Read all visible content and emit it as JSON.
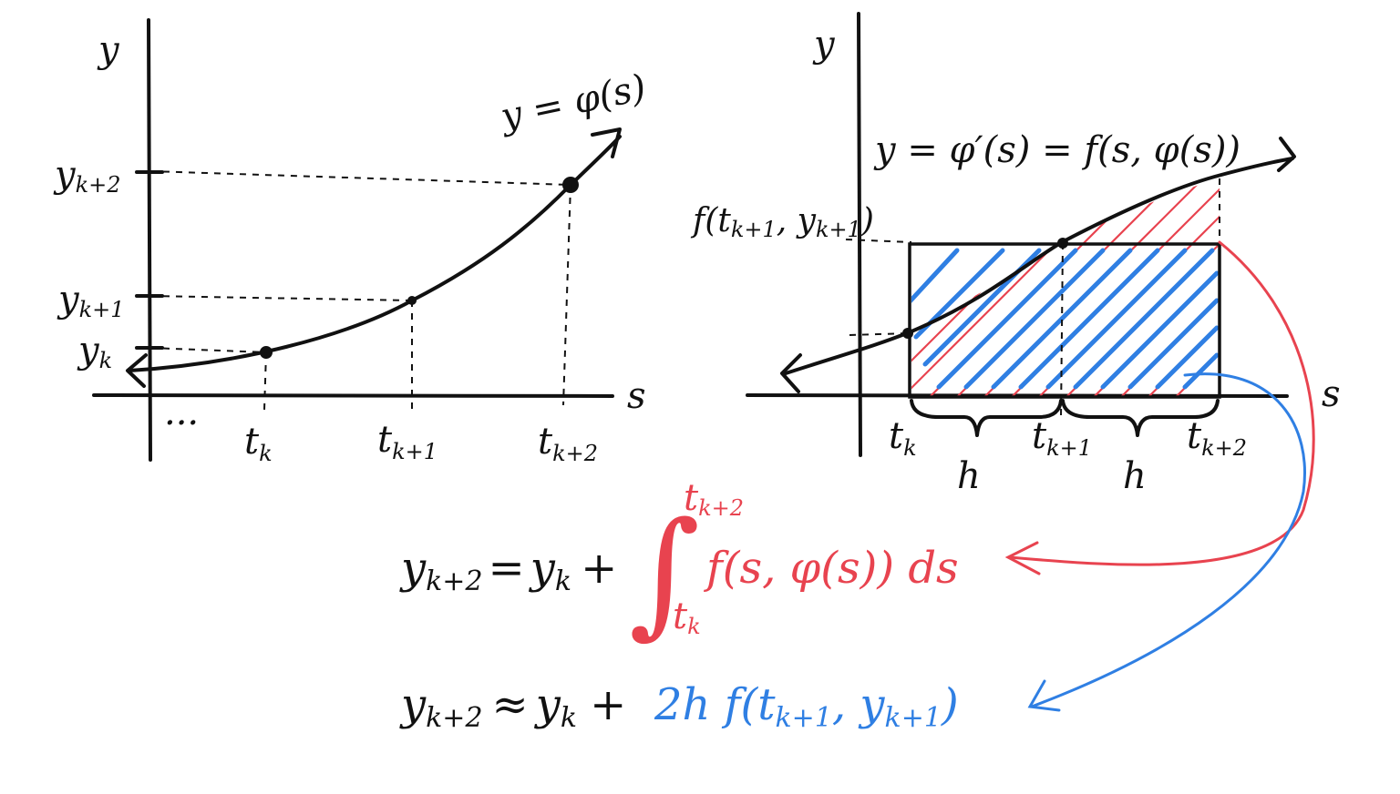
{
  "left_graph": {
    "y_axis_label": "y",
    "s_axis_label": "s",
    "curve_label": "y = φ(s)",
    "y_ticks": [
      {
        "main": "y",
        "sub": "k+2"
      },
      {
        "main": "y",
        "sub": "k+1"
      },
      {
        "main": "y",
        "sub": "k"
      }
    ],
    "t_ticks": [
      {
        "main": "t",
        "sub": "k"
      },
      {
        "main": "t",
        "sub": "k+1"
      },
      {
        "main": "t",
        "sub": "k+2"
      }
    ],
    "ellipsis": "..."
  },
  "right_graph": {
    "y_axis_label": "y",
    "s_axis_label": "s",
    "curve_label": "y = φ′(s) = f(s, φ(s))",
    "f_label": {
      "main": "f(t",
      "sub1": "k+1",
      "mid": ", y",
      "sub2": "k+1",
      "end": ")"
    },
    "t_ticks": [
      {
        "main": "t",
        "sub": "k"
      },
      {
        "main": "t",
        "sub": "k+1"
      },
      {
        "main": "t",
        "sub": "k+2"
      }
    ],
    "h_labels": [
      "h",
      "h"
    ]
  },
  "equations": {
    "exact": {
      "lhs_main": "y",
      "lhs_sub": "k+2",
      "eq": "=",
      "rhs_main": "y",
      "rhs_sub": "k",
      "plus": "+",
      "integral_sign": "∫",
      "upper_main": "t",
      "upper_sub": "k+2",
      "lower_main": "t",
      "lower_sub": "k",
      "integrand": "f(s, φ(s)) ds"
    },
    "approx": {
      "lhs_main": "y",
      "lhs_sub": "k+2",
      "approx": "≈",
      "rhs_main": "y",
      "rhs_sub": "k",
      "plus": "+",
      "term_pre": "2h f(t",
      "term_sub1": "k+1",
      "term_mid": ", y",
      "term_sub2": "k+1",
      "term_end": ")"
    }
  },
  "colors": {
    "ink": "#111111",
    "red": "#e8434f",
    "blue": "#2f7fe3"
  }
}
